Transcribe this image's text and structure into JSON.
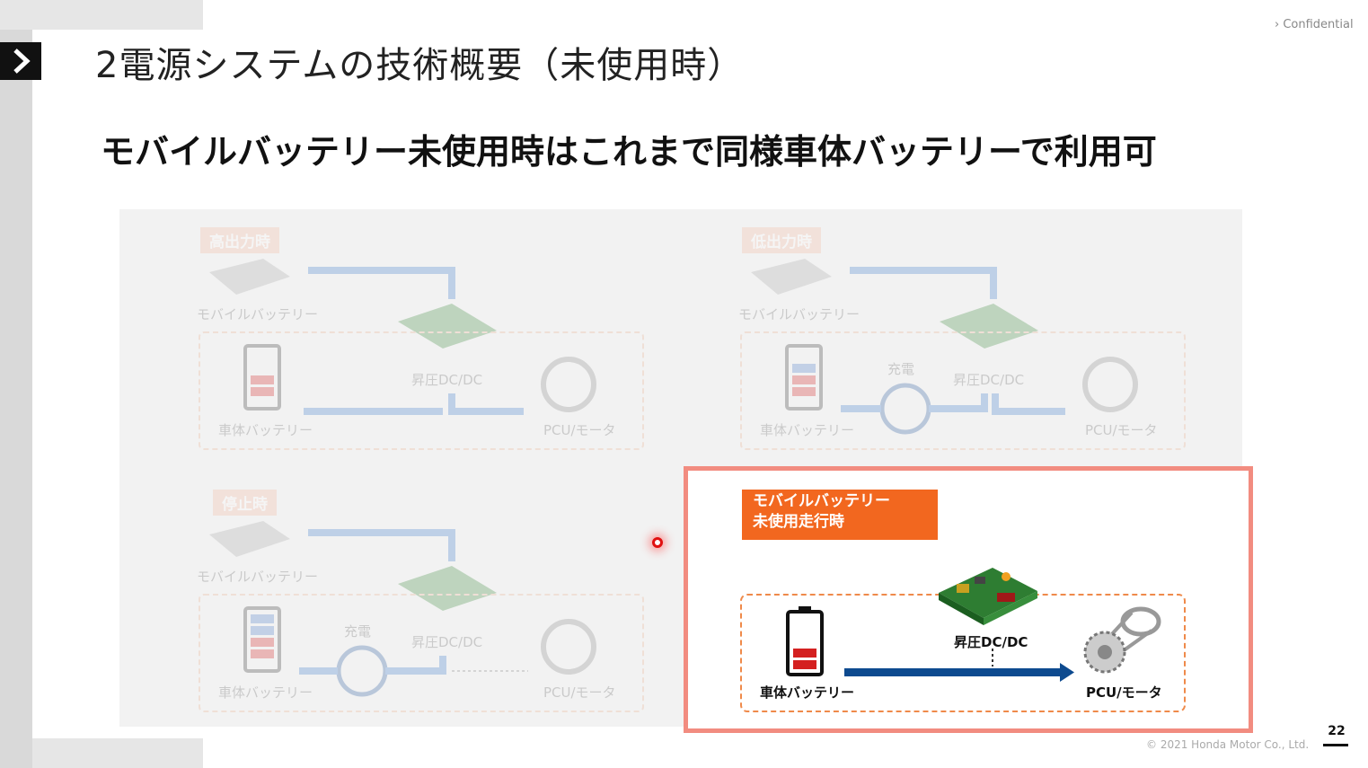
{
  "header": {
    "title": "2電源システムの技術概要（未使用時）",
    "confidential": "Confidential"
  },
  "subtitle": "モバイルバッテリー未使用時はこれまで同様車体バッテリーで利用可",
  "faded_panels": {
    "high_output": {
      "tag": "高出力時",
      "mobile_battery": "モバイルバッテリー",
      "body_battery": "車体バッテリー",
      "dcdc": "昇圧DC/DC",
      "pcu": "PCU/モータ"
    },
    "low_output": {
      "tag": "低出力時",
      "mobile_battery": "モバイルバッテリー",
      "body_battery": "車体バッテリー",
      "charge": "充電",
      "dcdc": "昇圧DC/DC",
      "pcu": "PCU/モータ"
    },
    "stopped": {
      "tag": "停止時",
      "mobile_battery": "モバイルバッテリー",
      "body_battery": "車体バッテリー",
      "charge": "充電",
      "dcdc": "昇圧DC/DC",
      "pcu": "PCU/モータ"
    }
  },
  "highlight": {
    "tag_line1": "モバイルバッテリー",
    "tag_line2": "未使用走行時",
    "dcdc": "昇圧DC/DC",
    "body_battery": "車体バッテリー",
    "pcu": "PCU/モータ"
  },
  "footer": {
    "copyright": "© 2021 Honda Motor Co., Ltd.",
    "page_number": "22"
  },
  "colors": {
    "accent_orange": "#f2671f",
    "highlight_border": "#f28c80",
    "flow_arrow": "#0d4a8f",
    "battery_red": "#d42020"
  },
  "icons": [
    "chevron-right-icon",
    "mobile-battery-icon",
    "battery-icon",
    "dcdc-board-icon",
    "gear-motor-icon",
    "charge-icon",
    "arrow-icon",
    "laser-pointer"
  ]
}
